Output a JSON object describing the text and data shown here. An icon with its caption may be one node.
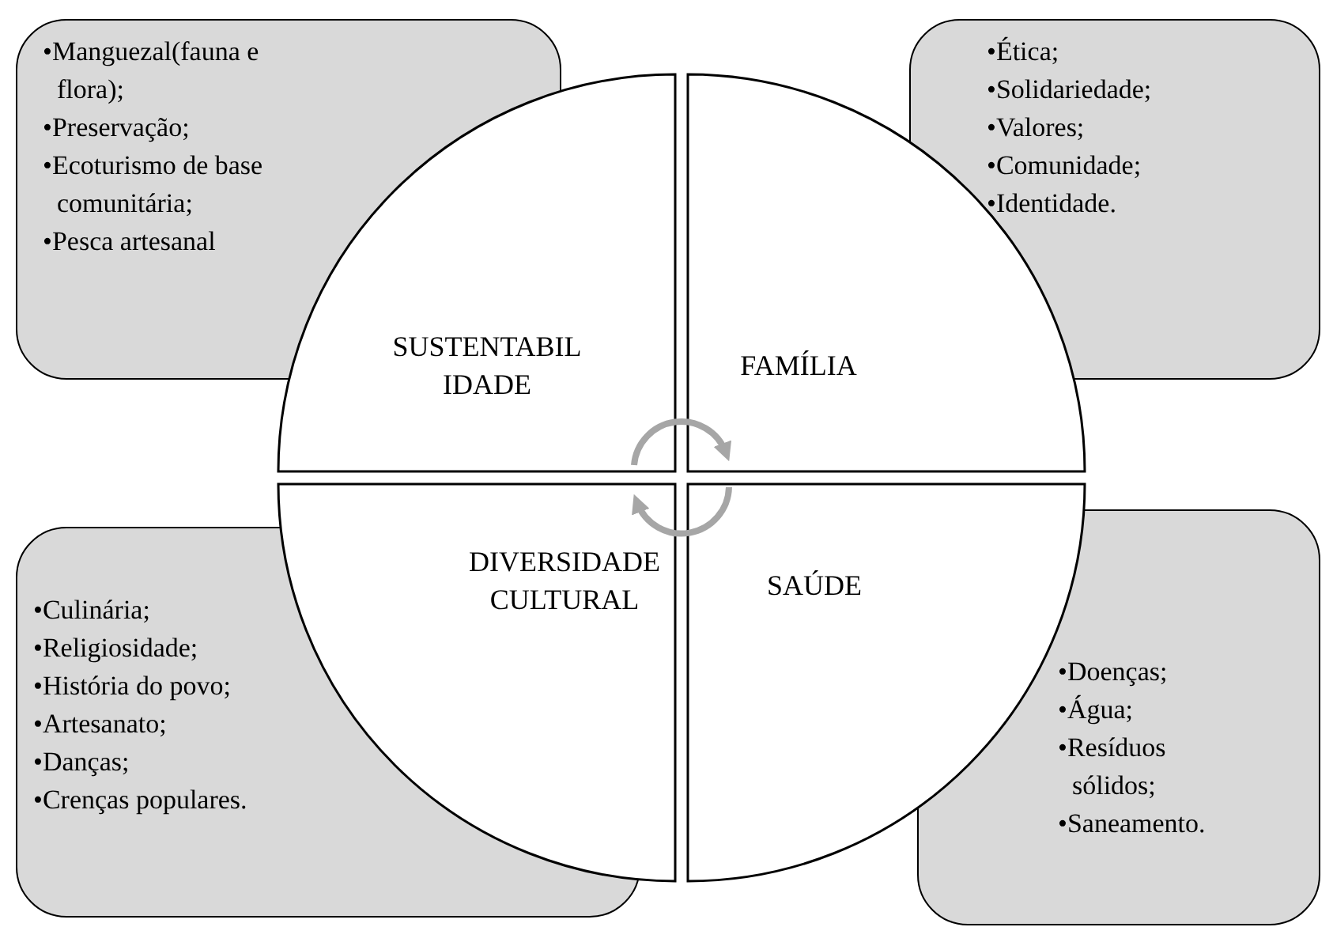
{
  "diagram": {
    "nodes": [
      {
        "text": [
          "•Manguezal(fauna e flora);",
          "•Preservação;",
          "•Ecoturismo de base comunitária;",
          "•Pesca artesanal"
        ]
      },
      {
        "text": [
          "•Ética;",
          "•Solidariedade;",
          "•Valores;",
          "•Comunidade;",
          "•Identidade."
        ]
      },
      {
        "text": [
          "SUSTENTABILIDADE"
        ]
      },
      {
        "text": [
          "FAMÍLIA"
        ]
      },
      {
        "text": [],
        "shape": "picture"
      },
      {
        "text": [
          "DIVERSIDADE CULTURAL"
        ]
      },
      {
        "text": [
          "SAÚDE"
        ]
      },
      {
        "text": [
          "•Culinária;",
          "•Religiosidade;",
          "•História do povo;",
          "•Artesanato;",
          "•Danças;",
          "•Crenças populares."
        ]
      },
      {
        "text": [
          "•Doenças;",
          "•Água;",
          "•Resíduos sólidos;",
          "•Saneamento."
        ]
      }
    ]
  }
}
